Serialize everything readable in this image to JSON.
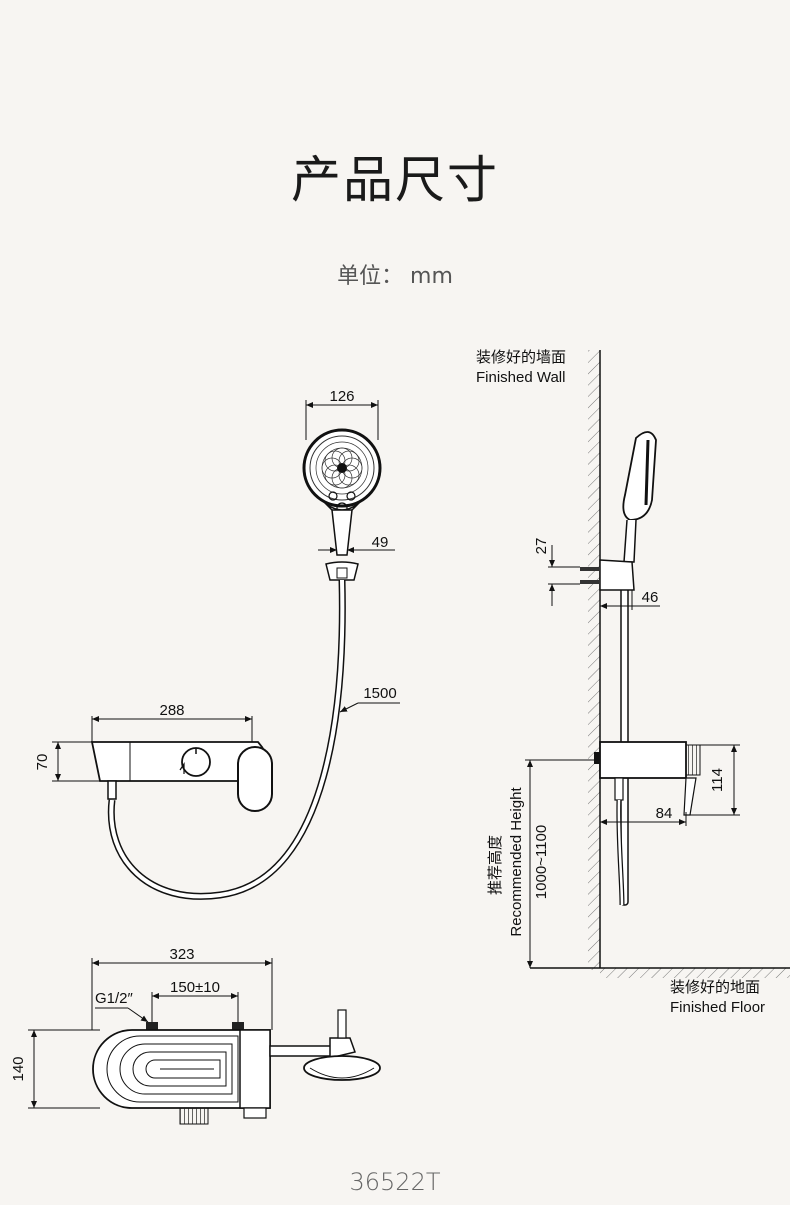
{
  "header": {
    "title": "产品尺寸",
    "unit": "单位： mm"
  },
  "front_view": {
    "head_width": "126",
    "holder_width": "49",
    "hose_length": "1500",
    "valve_width": "288",
    "valve_height": "70"
  },
  "side_view": {
    "wall_label_cn": "装修好的墙面",
    "wall_label_en": "Finished Wall",
    "floor_label_cn": "装修好的地面",
    "floor_label_en": "Finished Floor",
    "bracket_spacing": "27",
    "bracket_depth": "46",
    "valve_height": "114",
    "valve_depth": "84",
    "height_cn": "推荐高度",
    "height_en": "Recommended Height",
    "height_range": "1000~1100"
  },
  "top_view": {
    "total_width": "323",
    "inlet_label": "G1/2″",
    "inlet_spacing": "150±10",
    "depth": "140"
  },
  "footer": {
    "model": "36522T"
  }
}
